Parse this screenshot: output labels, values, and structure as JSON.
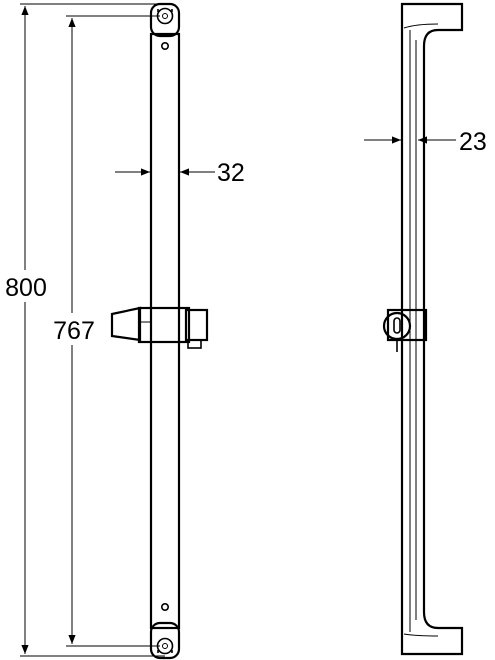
{
  "drawing": {
    "front_view": {
      "dimensions": {
        "overall_length": "800",
        "hole_spacing": "767",
        "rail_width": "32"
      }
    },
    "side_view": {
      "dimensions": {
        "rail_depth": "23"
      }
    }
  },
  "colors": {
    "line": "#000000",
    "background": "#ffffff"
  }
}
